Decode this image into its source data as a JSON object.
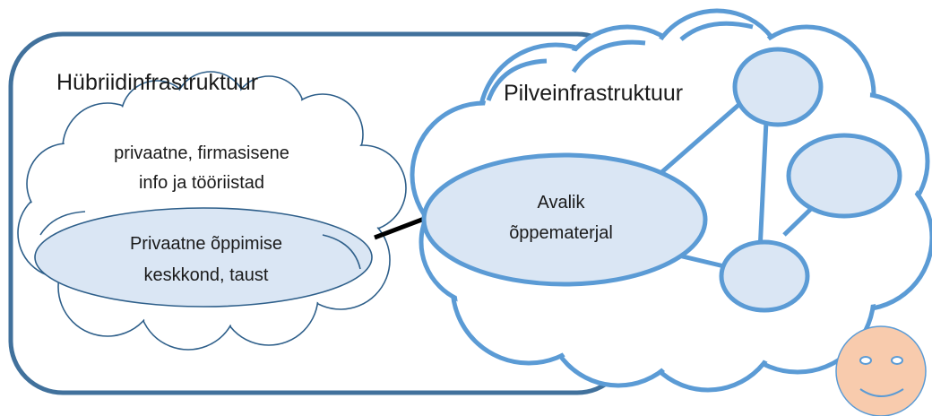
{
  "diagram": {
    "hybrid_title": "Hübriidinfrastruktuur",
    "private_cloud": {
      "line1": "privaatne, firmasisene",
      "line2": "info ja tööriistad"
    },
    "private_env": {
      "line1": "Privaatne õppimise",
      "line2": "keskkond, taust"
    },
    "cloud_title": "Pilveinfrastruktuur",
    "public_node": {
      "line1": "Avalik",
      "line2": "õppematerjal"
    },
    "smiley": "smiley-face-icon",
    "colors": {
      "hybrid_border": "#41719c",
      "cloud_stroke": "#5b9bd5",
      "node_fill": "#dae6f4",
      "small_cloud_stroke": "#2e5f8a",
      "smiley_fill": "#f8cbad",
      "connector": "#000000"
    }
  }
}
